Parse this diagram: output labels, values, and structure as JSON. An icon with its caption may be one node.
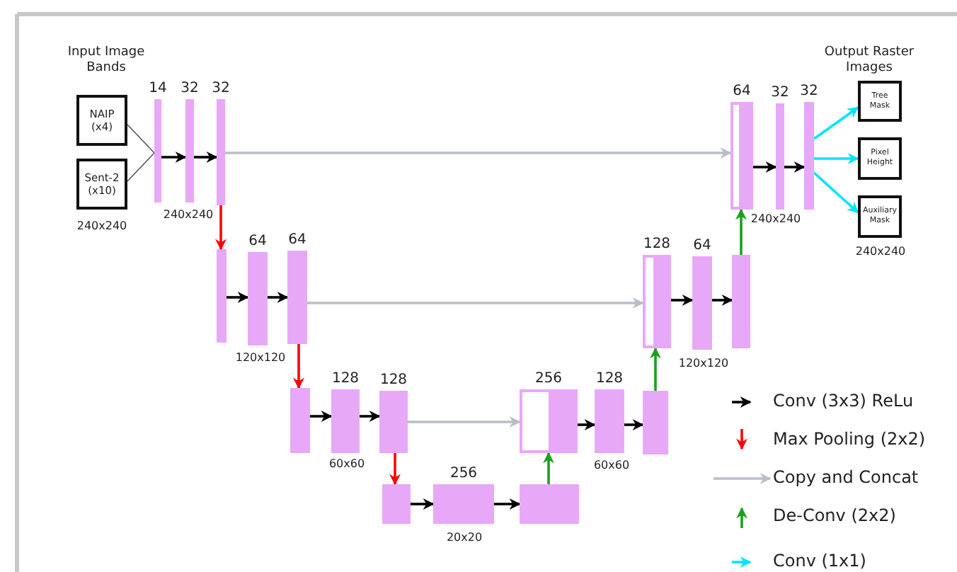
{
  "diagram": {
    "nodes": [
      {
        "text": [
          "NAIP (x4)"
        ]
      },
      {
        "text": [
          "Sent-2 (x10)"
        ]
      },
      {
        "text": [
          "14"
        ]
      },
      {
        "text": [
          "32"
        ]
      },
      {
        "text": [
          "32"
        ]
      },
      {
        "text": [
          "64"
        ]
      },
      {
        "text": [
          "32"
        ]
      },
      {
        "text": [
          "32"
        ]
      },
      {
        "text": [
          "Tree Mask"
        ]
      },
      {
        "text": [
          "Pixel Height"
        ]
      },
      {
        "text": [
          "Auxiliary Mask"
        ]
      },
      {
        "text": [],
        "shape": "bar"
      },
      {
        "text": [
          "64"
        ]
      },
      {
        "text": [
          "64"
        ]
      },
      {
        "text": [
          "128"
        ]
      },
      {
        "text": [
          "64"
        ]
      },
      {
        "text": [],
        "shape": "bar"
      },
      {
        "text": [],
        "shape": "bar"
      },
      {
        "text": [
          "128"
        ]
      },
      {
        "text": [
          "128"
        ]
      },
      {
        "text": [
          "256"
        ]
      },
      {
        "text": [
          "128"
        ]
      },
      {
        "text": [],
        "shape": "bar"
      },
      {
        "text": [],
        "shape": "bar"
      },
      {
        "text": [
          "256"
        ]
      },
      {
        "text": [],
        "shape": "bar"
      }
    ],
    "edges": [
      {
        "from": 0,
        "to": 2,
        "arrow": "none"
      },
      {
        "from": 1,
        "to": 2,
        "arrow": "none"
      },
      {
        "from": 2,
        "to": 3,
        "arrow": "to"
      },
      {
        "from": 3,
        "to": 4,
        "arrow": "to"
      },
      {
        "from": 4,
        "to": 5,
        "arrow": "to",
        "color": "#b9bfc7"
      },
      {
        "from": 4,
        "to": 11,
        "arrow": "to",
        "color": "#ff0000"
      },
      {
        "from": 5,
        "to": 6,
        "arrow": "to"
      },
      {
        "from": 6,
        "to": 7,
        "arrow": "to"
      },
      {
        "from": 7,
        "to": 8,
        "arrow": "to",
        "color": "#00e5ff"
      },
      {
        "from": 7,
        "to": 9,
        "arrow": "to",
        "color": "#00e5ff"
      },
      {
        "from": 7,
        "to": 10,
        "arrow": "to",
        "color": "#00e5ff"
      },
      {
        "from": 11,
        "to": 12,
        "arrow": "to"
      },
      {
        "from": 12,
        "to": 13,
        "arrow": "to"
      },
      {
        "from": 13,
        "to": 14,
        "arrow": "to",
        "color": "#b9bfc7"
      },
      {
        "from": 13,
        "to": 17,
        "arrow": "to",
        "color": "#ff0000"
      },
      {
        "from": 14,
        "to": 15,
        "arrow": "to"
      },
      {
        "from": 15,
        "to": 16,
        "arrow": "to"
      },
      {
        "from": 16,
        "to": 5,
        "arrow": "to",
        "color": "#1aa01a"
      },
      {
        "from": 17,
        "to": 18,
        "arrow": "to"
      },
      {
        "from": 18,
        "to": 19,
        "arrow": "to"
      },
      {
        "from": 19,
        "to": 20,
        "arrow": "to",
        "color": "#b9bfc7"
      },
      {
        "from": 19,
        "to": 23,
        "arrow": "to",
        "color": "#ff0000"
      },
      {
        "from": 20,
        "to": 21,
        "arrow": "to"
      },
      {
        "from": 21,
        "to": 22,
        "arrow": "to"
      },
      {
        "from": 22,
        "to": 14,
        "arrow": "to",
        "color": "#1aa01a"
      },
      {
        "from": 23,
        "to": 24,
        "arrow": "to"
      },
      {
        "from": 24,
        "to": 25,
        "arrow": "to"
      },
      {
        "from": 25,
        "to": 20,
        "arrow": "to",
        "color": "#1aa01a"
      }
    ],
    "labels": [
      "Input Image Bands",
      "Output Raster Images",
      "240x240",
      "240x240",
      "240x240",
      "240x240",
      "120x120",
      "120x120",
      "60x60",
      "60x60",
      "20x20"
    ],
    "legend": [
      {
        "text": "Conv (3x3) ReLu"
      },
      {
        "text": "Max Pooling (2x2)"
      },
      {
        "text": "Copy and Concat"
      },
      {
        "text": "De-Conv (2x2)"
      },
      {
        "text": "Conv (1x1)"
      }
    ]
  }
}
